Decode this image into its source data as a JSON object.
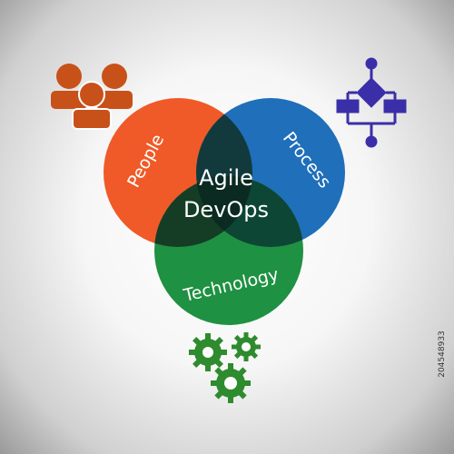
{
  "center": {
    "line1": "Agile",
    "line2": "DevOps"
  },
  "circles": [
    {
      "id": "people",
      "label": "People",
      "color": "#EF5A28"
    },
    {
      "id": "process",
      "label": "Process",
      "color": "#1F6FBA"
    },
    {
      "id": "technology",
      "label": "Technology",
      "color": "#1F9142"
    }
  ],
  "icons": {
    "people": {
      "name": "people-group-icon",
      "color": "#C8511A"
    },
    "process": {
      "name": "flowchart-icon",
      "color": "#3A2FA8"
    },
    "technology": {
      "name": "gears-icon",
      "color": "#2E8B2E"
    }
  },
  "stock_id": "204548933"
}
